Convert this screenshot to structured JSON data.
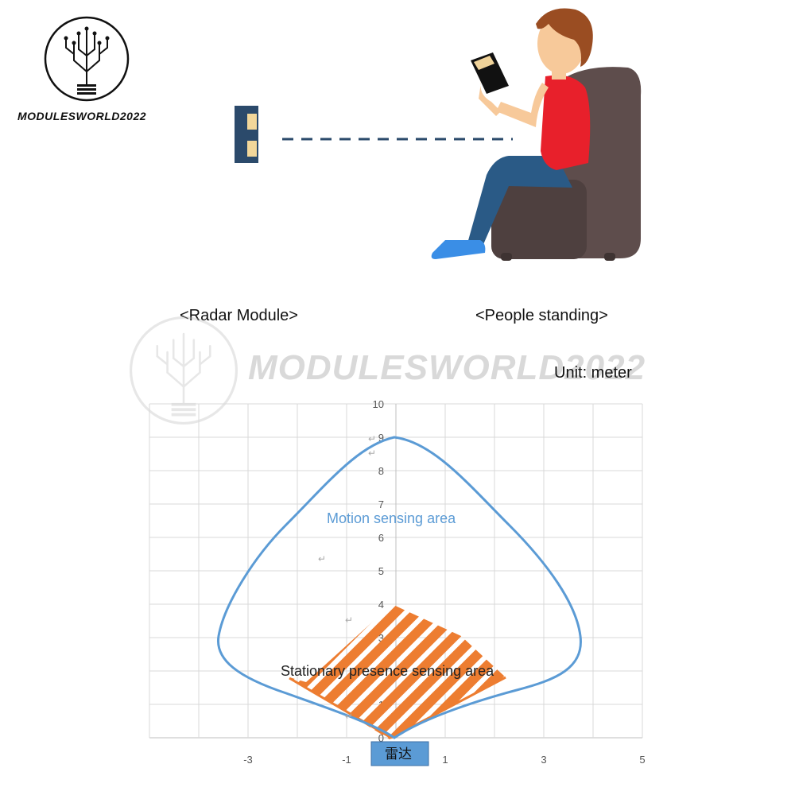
{
  "brand": {
    "name": "MODULESWORLD2022"
  },
  "captions": {
    "radar": "<Radar Module>",
    "people": "<People standing>"
  },
  "watermark": {
    "text": "MODULESWORLD2022"
  },
  "unit": "Unit: meter",
  "diagram": {
    "motion_label": "Motion sensing area",
    "stationary_label": "Stationary presence sensing area",
    "radar_box_label": "雷达",
    "y_ticks": [
      "0",
      "1",
      "2",
      "3",
      "4",
      "5",
      "6",
      "7",
      "8",
      "9",
      "10"
    ],
    "x_ticks": [
      "-3",
      "-1",
      "1",
      "3",
      "5"
    ],
    "colors": {
      "motion": "#5b9bd5",
      "stationary": "#ed7d31",
      "radar_box": "#5b9bd5",
      "grid": "#d9d9d9"
    }
  }
}
